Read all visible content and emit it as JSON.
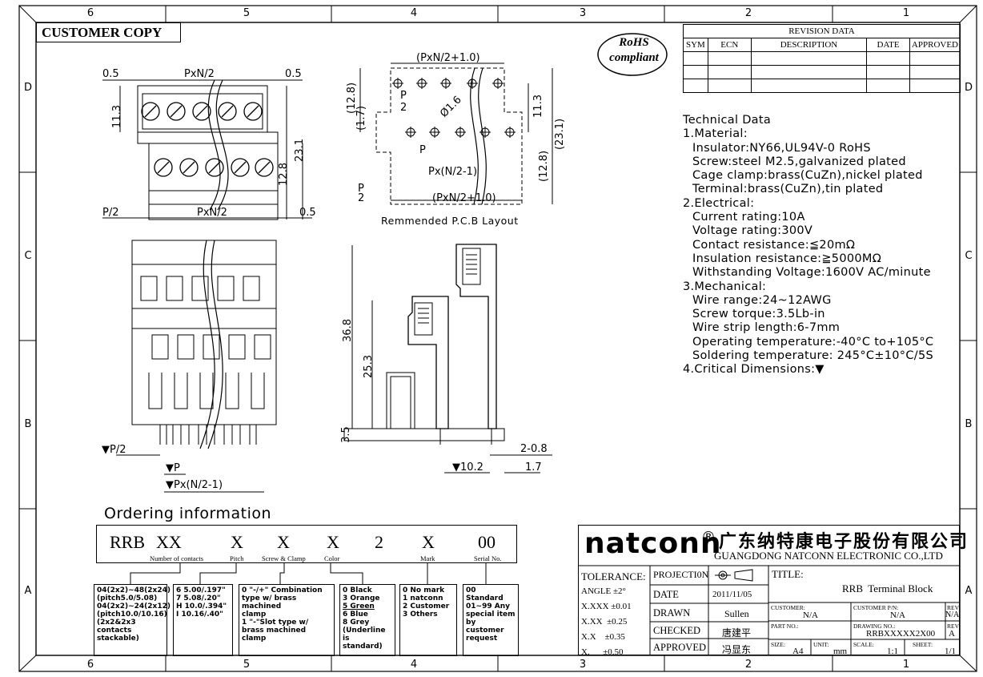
{
  "frame": {
    "top_zones": [
      "6",
      "5",
      "4",
      "3",
      "2",
      "1"
    ],
    "bottom_zones": [
      "6",
      "5",
      "4",
      "3",
      "2",
      "1"
    ],
    "left_zones": [
      "D",
      "C",
      "B",
      "A"
    ],
    "right_zones": [
      "D",
      "C",
      "B",
      "A"
    ]
  },
  "header": {
    "customer_copy": "CUSTOMER COPY",
    "rohs_line1": "RoHS",
    "rohs_line2": "compliant"
  },
  "revision": {
    "title": "REVISION DATA",
    "columns": [
      "SYM",
      "ECN",
      "DESCRIPTION",
      "DATE",
      "APPROVED"
    ]
  },
  "drawing_dims": {
    "top_left": [
      "0.5",
      "PxN/2",
      "0.5",
      "11.3",
      "23.1",
      "12.8",
      "P/2",
      "PxN/2",
      "0.5"
    ],
    "pcb": [
      "(PxN/2+1.0)",
      "(12.8)",
      "(1.7)",
      "P",
      "2",
      "Ø1.6",
      "P",
      "Px(N/2-1)",
      "11.3",
      "(23.1)",
      "(12.8)",
      "(PxN/2+1.0)",
      "P",
      "2"
    ],
    "pcb_caption": "Remmended P.C.B Layout",
    "front": [
      "▼P/2",
      "▼P",
      "▼Px(N/2-1)"
    ],
    "side": [
      "36.8",
      "25.3",
      "3.5",
      "2-0.8",
      "▼10.2",
      "1.7"
    ]
  },
  "technical": {
    "title": "Technical Data",
    "lines": [
      {
        "t": "1.Material:",
        "ind": false
      },
      {
        "t": "Insulator:NY66,UL94V-0 RoHS",
        "ind": true
      },
      {
        "t": "Screw:steel M2.5,galvanized plated",
        "ind": true
      },
      {
        "t": "Cage clamp:brass(CuZn),nickel plated",
        "ind": true
      },
      {
        "t": "Terminal:brass(CuZn),tin plated",
        "ind": true
      },
      {
        "t": "2.Electrical:",
        "ind": false
      },
      {
        "t": "Current rating:10A",
        "ind": true
      },
      {
        "t": "Voltage rating:300V",
        "ind": true
      },
      {
        "t": "Contact resistance:≦20mΩ",
        "ind": true
      },
      {
        "t": "Insulation resistance:≧5000MΩ",
        "ind": true
      },
      {
        "t": "Withstanding Voltage:1600V AC/minute",
        "ind": true
      },
      {
        "t": "3.Mechanical:",
        "ind": false
      },
      {
        "t": "Wire range:24~12AWG",
        "ind": true
      },
      {
        "t": "Screw torque:3.5Lb-in",
        "ind": true
      },
      {
        "t": "Wire strip length:6-7mm",
        "ind": true
      },
      {
        "t": "Operating temperature:-40°C to+105°C",
        "ind": true
      },
      {
        "t": "Soldering temperature: 245°C±10°C/5S",
        "ind": true
      },
      {
        "t": "4.Critical Dimensions:▼",
        "ind": false
      }
    ]
  },
  "ordering": {
    "title": "Ordering information",
    "code": [
      "RRB",
      "XX",
      "X",
      "X",
      "X",
      "2",
      "X",
      "00"
    ],
    "subs": [
      "Number of contacts",
      "Pitch",
      "Screw & Clamp",
      "Color",
      "Mark",
      "Serial No."
    ],
    "box1": [
      "04(2x2)~48(2x24)",
      "(pitch5.0/5.08)",
      "04(2x2)~24(2x12)",
      "(pitch10.0/10.16)",
      "(2x2&2x3 contacts",
      "stackable)"
    ],
    "box2": [
      "6 5.00/.197\"",
      "7 5.08/.20\"",
      "H 10.0/.394\"",
      "I 10.16/.40\""
    ],
    "box3": [
      "0 \"-/+\" Combination",
      "type w/ brass machined",
      "clamp",
      "1 \"-\"Slot type w/",
      "brass machined clamp"
    ],
    "box4": [
      "0 Black",
      "3 Orange",
      "5 Green",
      "6 Blue",
      "8 Grey",
      "(Underline is",
      "standard)"
    ],
    "box5": [
      "0 No mark",
      "1 natconn",
      "2 Customer",
      "3 Others"
    ],
    "box6": [
      "00 Standard",
      "01~99 Any",
      "special item",
      "by customer",
      "request"
    ]
  },
  "company": {
    "logo": "natconn",
    "reg": "®",
    "cn_name": "广东纳特康电子股份有限公司",
    "en_name": "GUANGDONG NATCONN ELECTRONIC CO.,LTD"
  },
  "titleblock": {
    "tolerance": "TOLERANCE:",
    "angle": "ANGLE ±2°",
    "xxxx": "X.XXX ±0.01",
    "xxx": "X.XX  ±0.25",
    "xx": "X.X    ±0.35",
    "x": "X.      ±0.50",
    "projection": "PROJECTI0N",
    "date_label": "DATE",
    "date": "2011/11/05",
    "drawn_label": "DRAWN",
    "drawn": "Sullen",
    "checked_label": "CHECKED",
    "checked": "唐建平",
    "approved_label": "APPROVED",
    "approved": "冯显东",
    "title_label": "TITLE:",
    "title": "RRB  Terminal Block",
    "customer_label": "CUSTOMER:",
    "customer": "N/A",
    "customer_pn_label": "CUSTOMER P/N:",
    "customer_pn": "N/A",
    "rev_label": "REV:",
    "rev1": "N/A",
    "part_no_label": "PART NO.:",
    "drawing_no_label": "DRAWING NO.:",
    "drawing_no": "RRBXXXXX2X00",
    "rev2": "A",
    "size_label": "SIZE:",
    "size": "A4",
    "unit_label": "UNIT:",
    "unit": "mm",
    "scale_label": "SCALE:",
    "scale": "1:1",
    "sheet_label": "SHEET:",
    "sheet": "1/1"
  }
}
